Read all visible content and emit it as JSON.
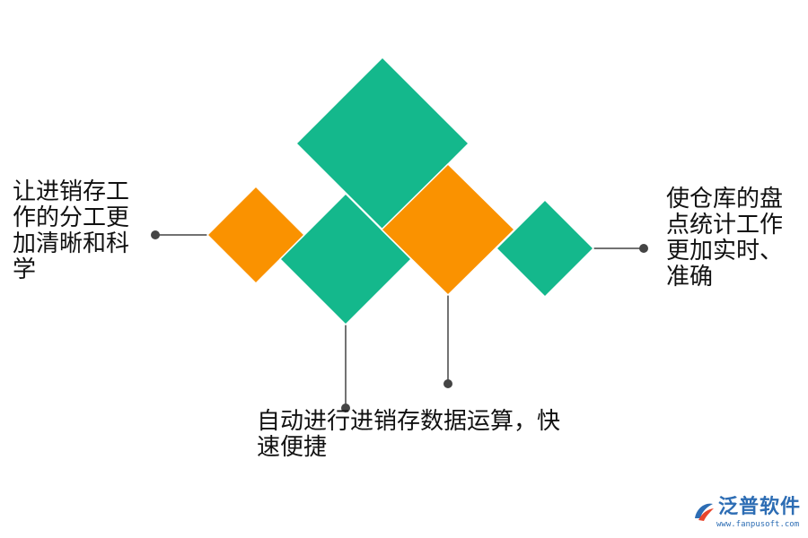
{
  "diagram": {
    "labels": {
      "left": "让进销存工作的分工更加清晰和科学",
      "right": "使仓库的盘点统计工作更加实时、准确",
      "bottom": "自动进行进销存数据运算，快速便捷"
    },
    "colors": {
      "green": "#14b88c",
      "orange": "#fa9200",
      "connector": "#444444",
      "text": "#111111"
    }
  },
  "logo": {
    "name": "泛普软件",
    "url": "www.fanpusoft.com",
    "color": "#2d6db4",
    "accent": "#e8452c"
  }
}
